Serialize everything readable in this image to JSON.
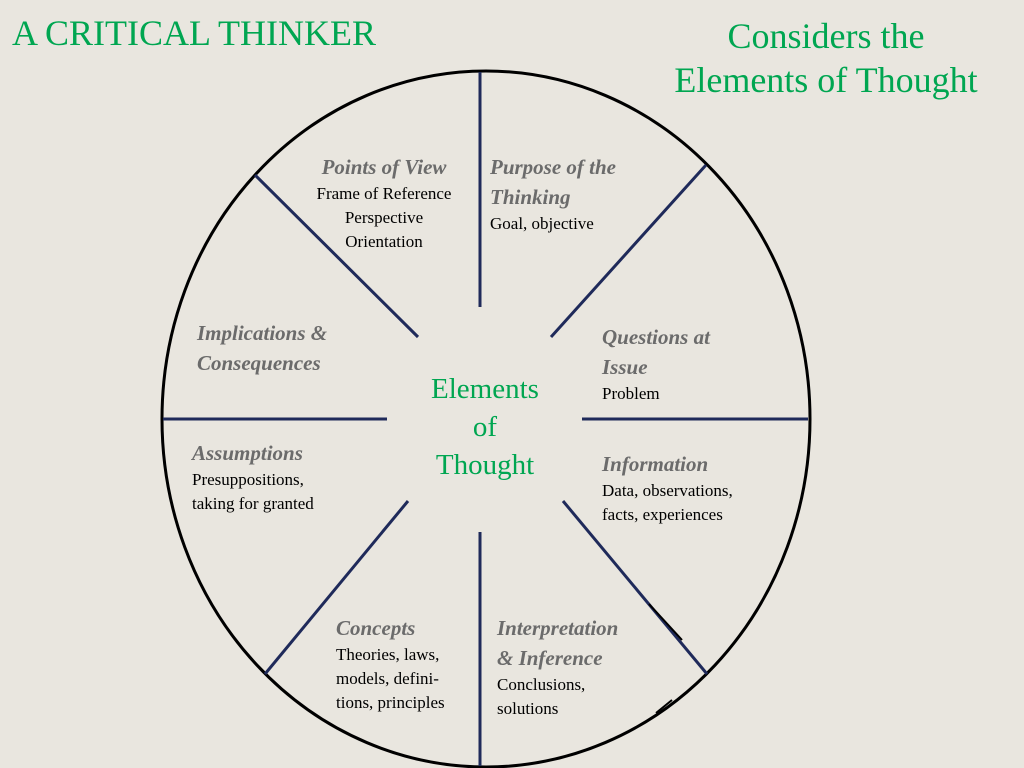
{
  "title_left": "A CRITICAL THINKER",
  "title_right": [
    "Considers the",
    "Elements of Thought"
  ],
  "center": [
    "Elements",
    "of",
    "Thought"
  ],
  "colors": {
    "accent": "#00a651",
    "heading": "#6b6b6b",
    "spoke": "#1f2a5a",
    "background": "#e9e6df"
  },
  "segments": {
    "points_of_view": {
      "heading": [
        "Points of View"
      ],
      "desc": [
        "Frame of Reference",
        "Perspective",
        "Orientation"
      ]
    },
    "purpose": {
      "heading": [
        "Purpose of the",
        "Thinking"
      ],
      "desc": [
        "Goal, objective"
      ]
    },
    "questions": {
      "heading": [
        "Questions at",
        "Issue"
      ],
      "desc": [
        "Problem"
      ]
    },
    "information": {
      "heading": [
        "Information"
      ],
      "desc": [
        "Data, observations,",
        "facts, experiences"
      ]
    },
    "interpretation": {
      "heading": [
        "Interpretation",
        "& Inference"
      ],
      "desc": [
        "Conclusions,",
        "solutions"
      ]
    },
    "concepts": {
      "heading": [
        "Concepts"
      ],
      "desc": [
        "Theories, laws,",
        "models, defini-",
        "tions, principles"
      ]
    },
    "assumptions": {
      "heading": [
        "Assumptions"
      ],
      "desc": [
        "Presuppositions,",
        "taking for granted"
      ]
    },
    "implications": {
      "heading": [
        "Implications  &",
        "Consequences"
      ],
      "desc": []
    }
  }
}
